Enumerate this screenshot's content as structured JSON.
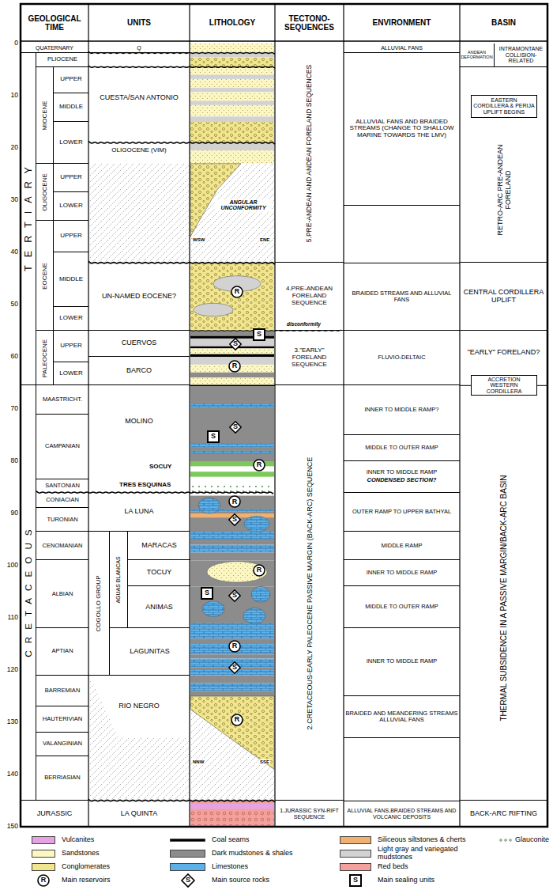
{
  "diagram": {
    "nodes": [
      {
        "text": [
          "GEOLOGICAL TIME"
        ]
      },
      {
        "text": [
          "UNITS"
        ]
      },
      {
        "text": [
          "LITHOLOGY"
        ]
      },
      {
        "text": [
          "TECTONO-SEQUENCES"
        ]
      },
      {
        "text": [
          "ENVIRONMENT"
        ]
      },
      {
        "text": [
          "BASIN"
        ]
      },
      {
        "text": [
          "QUATERNARY"
        ]
      },
      {
        "text": [
          "PLIOCENE"
        ]
      },
      {
        "text": [
          "TERTIARY"
        ]
      },
      {
        "text": [
          "MIOCENE"
        ]
      },
      {
        "text": [
          "UPPER"
        ]
      },
      {
        "text": [
          "MIDDLE"
        ]
      },
      {
        "text": [
          "LOWER"
        ]
      },
      {
        "text": [
          "OLIGOCENE"
        ]
      },
      {
        "text": [
          "UPPER"
        ]
      },
      {
        "text": [
          "LOWER"
        ]
      },
      {
        "text": [
          "EOCENE"
        ]
      },
      {
        "text": [
          "UPPER"
        ]
      },
      {
        "text": [
          "MIDDLE"
        ]
      },
      {
        "text": [
          "LOWER"
        ]
      },
      {
        "text": [
          "PALEOCENE"
        ]
      },
      {
        "text": [
          "UPPER"
        ]
      },
      {
        "text": [
          "LOWER"
        ]
      },
      {
        "text": [
          "CRETACEOUS"
        ]
      },
      {
        "text": [
          "MAASTRICHT."
        ]
      },
      {
        "text": [
          "CAMPANIAN"
        ]
      },
      {
        "text": [
          "SANTONIAN"
        ]
      },
      {
        "text": [
          "CONIACIAN"
        ]
      },
      {
        "text": [
          "TURONIAN"
        ]
      },
      {
        "text": [
          "CENOMANIAN"
        ]
      },
      {
        "text": [
          "ALBIAN"
        ]
      },
      {
        "text": [
          "APTIAN"
        ]
      },
      {
        "text": [
          "BARREMIAN"
        ]
      },
      {
        "text": [
          "HAUTERIVIAN"
        ]
      },
      {
        "text": [
          "VALANGINIAN"
        ]
      },
      {
        "text": [
          "BERRIASIAN"
        ]
      },
      {
        "text": [
          "JURASSIC"
        ]
      },
      {
        "text": [
          "Q"
        ]
      },
      {
        "text": [
          "CUESTA/SAN ANTONIO"
        ]
      },
      {
        "text": [
          "OLIGOCENE (VIM)"
        ]
      },
      {
        "text": [
          "UN-NAMED EOCENE?"
        ]
      },
      {
        "text": [
          "CUERVOS"
        ]
      },
      {
        "text": [
          "BARCO"
        ]
      },
      {
        "text": [
          "MOLINO"
        ]
      },
      {
        "text": [
          "LA LUNA"
        ]
      },
      {
        "text": [
          "COGOLLO GROUP"
        ]
      },
      {
        "text": [
          "AGUAS BLANCAS"
        ],
        "in": 45
      },
      {
        "text": [
          "MARACAS"
        ],
        "in": 46
      },
      {
        "text": [
          "TOCUY"
        ],
        "in": 46
      },
      {
        "text": [
          "ANIMAS"
        ],
        "in": 46
      },
      {
        "text": [
          "LAGUNITAS"
        ],
        "in": 45
      },
      {
        "text": [
          "RIO NEGRO"
        ]
      },
      {
        "text": [
          "LA QUINTA"
        ]
      },
      {
        "text": [
          "5.PRE-ANDEAN AND ANDEAN FORELAND SEQUENCES"
        ]
      },
      {
        "text": [
          "4.PRE-ANDEAN FORELAND SEQUENCE"
        ]
      },
      {
        "text": [
          "3.\"EARLY\" FORELAND SEQUENCE"
        ]
      },
      {
        "text": [
          "2.CRETACEOUS-EARLY PALEOCENE PASSIVE MARGIN (BACK-ARC) SEQUENCE"
        ]
      },
      {
        "text": [
          "1.JURASSIC SYN-RIFT SEQUENCE"
        ]
      },
      {
        "text": [
          "ALLUVIAL FANS"
        ]
      },
      {
        "text": [
          "ALLUVIAL FANS AND BRAIDED STREAMS (CHANGE TO SHALLOW MARINE TOWARDS THE LMV)"
        ]
      },
      {
        "text": [
          "BRAIDED STREAMS AND ALLUVIAL FANS"
        ]
      },
      {
        "text": [
          "FLUVIO-DELTAIC"
        ]
      },
      {
        "text": [
          "INNER TO MIDDLE RAMP?"
        ]
      },
      {
        "text": [
          "MIDDLE TO OUTER RAMP"
        ]
      },
      {
        "text": [
          "INNER TO MIDDLE RAMP",
          "CONDENSED SECTION?"
        ]
      },
      {
        "text": [
          "OUTER RAMP TO UPPER BATHYAL"
        ]
      },
      {
        "text": [
          "MIDDLE RAMP"
        ]
      },
      {
        "text": [
          "INNER TO MIDDLE RAMP"
        ]
      },
      {
        "text": [
          "MIDDLE TO OUTER RAMP"
        ]
      },
      {
        "text": [
          "INNER TO MIDDLE RAMP"
        ]
      },
      {
        "text": [
          "BRAIDED AND MEANDERING STREAMS ALLUVIAL FANS"
        ]
      },
      {
        "text": [
          "ALLUVIAL FANS,BRAIDED STREAMS AND VOLCANIC DEPOSITS"
        ]
      },
      {
        "text": [
          "ANDEAN DEFORMATION"
        ]
      },
      {
        "text": [
          "INTRAMONTANE COLLISION-RELATED"
        ]
      },
      {
        "text": [
          "EASTERN CORDILLERA & PERIJA UPLIFT BEGINS"
        ],
        "in": 75
      },
      {
        "text": [
          "RETRO-ARC PRE-ANDEAN FORELAND"
        ]
      },
      {
        "text": [
          "CENTRAL CORDILLERA UPLIFT"
        ]
      },
      {
        "text": [
          "\"EARLY\" FORELAND?"
        ]
      },
      {
        "text": [
          "ACCRETION WESTERN CORDILLERA"
        ]
      },
      {
        "text": [
          "THERMAL SUBSIDENCE IN A PASSIVE MARGIN/BACK-ARC BASIN"
        ]
      },
      {
        "text": [
          "BACK-ARC RIFTING"
        ]
      },
      {
        "text": [
          "R"
        ]
      },
      {
        "text": [
          "S"
        ]
      },
      {
        "text": [
          "S"
        ]
      },
      {
        "text": [
          "R"
        ]
      },
      {
        "text": [
          "S"
        ]
      },
      {
        "text": [
          "S"
        ]
      },
      {
        "text": [
          "R"
        ]
      },
      {
        "text": [
          "R"
        ]
      },
      {
        "text": [
          "S"
        ]
      },
      {
        "text": [
          "R"
        ]
      },
      {
        "text": [
          "S"
        ]
      },
      {
        "text": [
          "S"
        ]
      },
      {
        "text": [
          "R"
        ]
      },
      {
        "text": [
          "S"
        ]
      },
      {
        "text": [
          "R"
        ]
      }
    ],
    "labels": [
      "0",
      "10",
      "20",
      "30",
      "40",
      "50",
      "60",
      "70",
      "80",
      "90",
      "100",
      "110",
      "120",
      "130",
      "140",
      "150",
      "SOCUY",
      "TRES ESQUINAS",
      "ANGULAR UNCONFORMITY",
      "WSW",
      "ENE",
      "disconformity",
      "NNW",
      "SSE",
      "R",
      "S",
      "S"
    ],
    "legend": [
      {
        "text": "Vulcanites",
        "color": "#e6a3e3"
      },
      {
        "text": "Coal seams",
        "color": "#000000"
      },
      {
        "text": "Siliceous siltstones & cherts",
        "color": "#f0b070"
      },
      {
        "text": "Glauconite"
      },
      {
        "text": "Sandstones",
        "color": "#fbf6c2"
      },
      {
        "text": "Dark mudstones & shales",
        "color": "#8c8c8c"
      },
      {
        "text": "Light gray and variegated mudstones",
        "color": "#d2d2d2"
      },
      {
        "text": "Conglomerates",
        "color": "#f1e68e"
      },
      {
        "text": "Limestones",
        "color": "#5bb1e8"
      },
      {
        "text": "Red beds",
        "color": "#f3a19c"
      },
      {
        "text": "Main reservoirs"
      },
      {
        "text": "Main source rocks"
      },
      {
        "text": "Main sealing units"
      }
    ]
  }
}
